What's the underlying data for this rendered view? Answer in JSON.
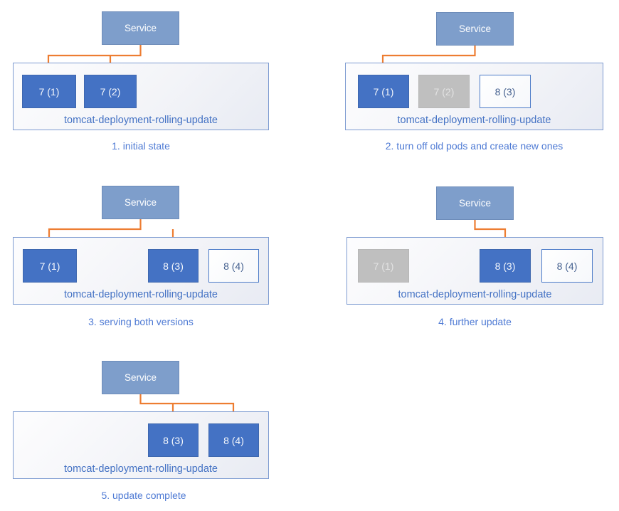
{
  "labels": {
    "service": "Service",
    "deployment": "tomcat-deployment-rolling-update"
  },
  "panels": [
    {
      "caption": "1. initial state",
      "pods": [
        {
          "label": "7 (1)",
          "state": "running"
        },
        {
          "label": "7 (2)",
          "state": "running"
        }
      ]
    },
    {
      "caption": "2. turn off old pods and create new ones",
      "pods": [
        {
          "label": "7 (1)",
          "state": "running"
        },
        {
          "label": "7 (2)",
          "state": "terminating"
        },
        {
          "label": "8 (3)",
          "state": "new"
        }
      ]
    },
    {
      "caption": "3. serving both versions",
      "pods": [
        {
          "label": "7 (1)",
          "state": "running"
        },
        {
          "label": "8 (3)",
          "state": "running"
        },
        {
          "label": "8 (4)",
          "state": "new"
        }
      ]
    },
    {
      "caption": "4. further update",
      "pods": [
        {
          "label": "7 (1)",
          "state": "terminating"
        },
        {
          "label": "8 (3)",
          "state": "running"
        },
        {
          "label": "8 (4)",
          "state": "new"
        }
      ]
    },
    {
      "caption": "5. update complete",
      "pods": [
        {
          "label": "8 (3)",
          "state": "running"
        },
        {
          "label": "8 (4)",
          "state": "running"
        }
      ]
    }
  ],
  "colors": {
    "service_fill": "#7e9ecb",
    "pod_running_fill": "#4472c4",
    "pod_terminating_fill": "#bfbfbf",
    "pod_new_border": "#4c7bc8",
    "deployment_border": "#7d9bd1",
    "deployment_label_text": "#4472c4",
    "caption_text": "#4e7ad4",
    "arrow": "#ed7d31"
  }
}
